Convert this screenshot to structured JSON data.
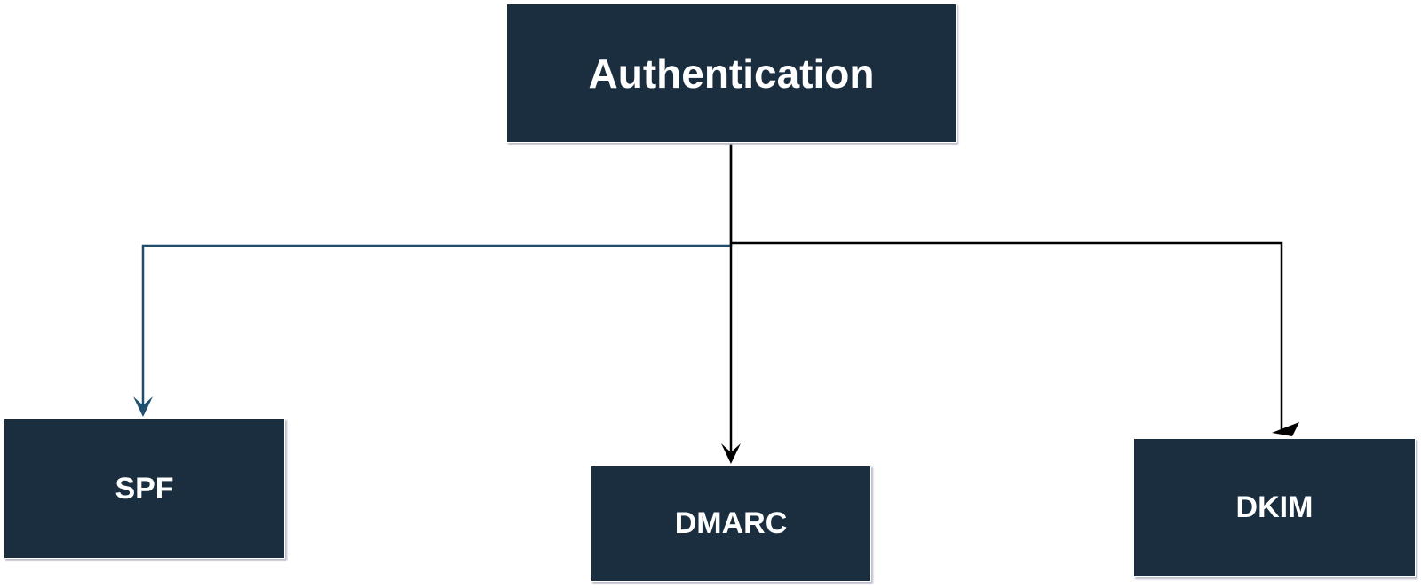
{
  "diagram": {
    "root": {
      "label": "Authentication"
    },
    "children": [
      {
        "id": "spf",
        "label": "SPF"
      },
      {
        "id": "dmarc",
        "label": "DMARC"
      },
      {
        "id": "dkim",
        "label": "DKIM"
      }
    ]
  },
  "colors": {
    "node_fill": "#1b2e3f",
    "node_text": "#ffffff",
    "connector": "#000000",
    "connector_spf": "#1f4e6e"
  }
}
